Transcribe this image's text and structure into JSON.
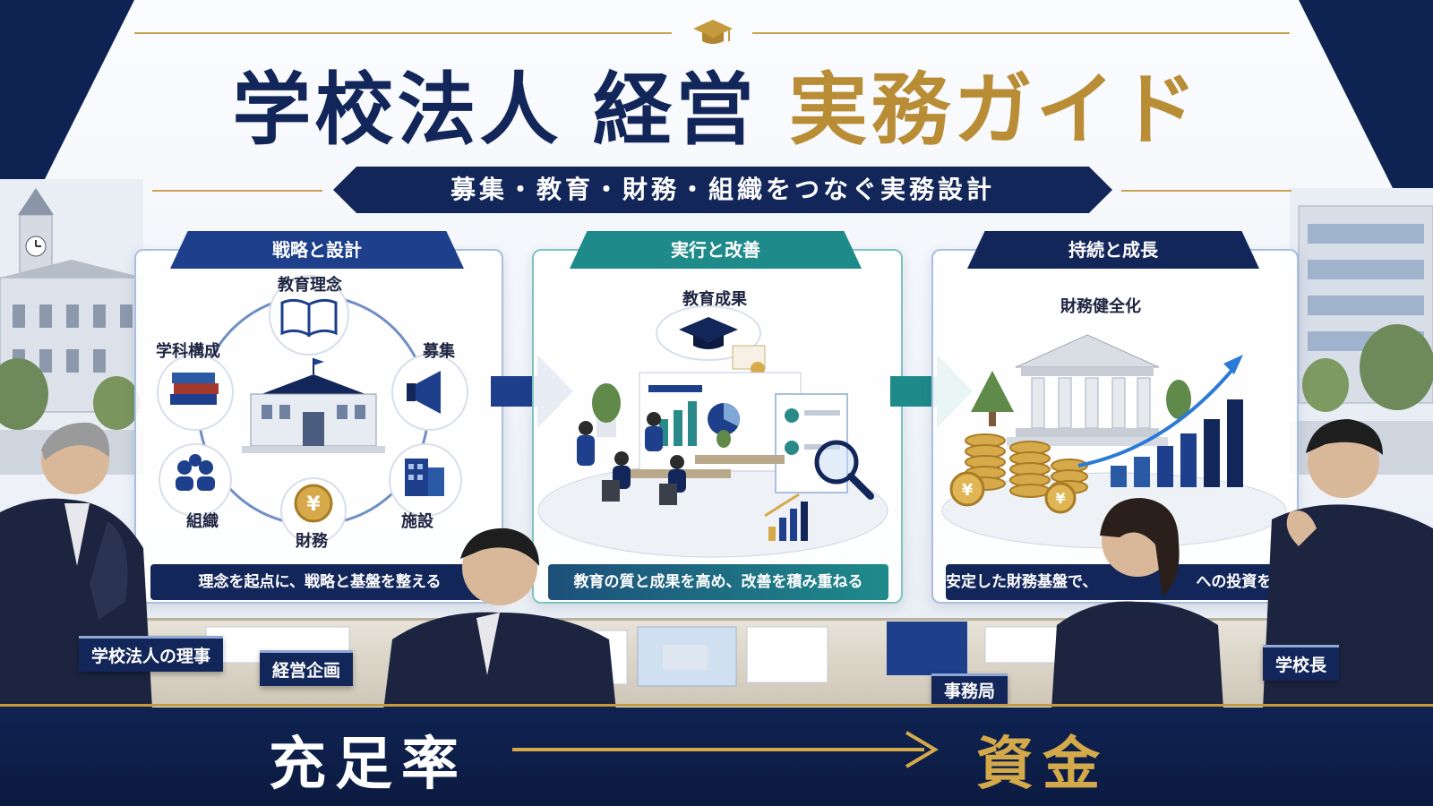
{
  "header": {
    "title_part1": "学校法人 経営",
    "title_part2": "実務ガイド",
    "subtitle": "募集・教育・財務・組織をつなぐ実務設計"
  },
  "panels": [
    {
      "tab": "戦略と設計",
      "labels": {
        "top": "教育理念",
        "left_top": "学科構成",
        "right_top": "募集",
        "left_bottom": "組織",
        "bottom": "財務",
        "right_bottom": "施設"
      },
      "caption": "理念を起点に、戦略と基盤を整える"
    },
    {
      "tab": "実行と改善",
      "labels": {
        "top": "教育成果"
      },
      "caption": "教育の質と成果を高め、改善を積み重ねる"
    },
    {
      "tab": "持続と成長",
      "labels": {
        "top": "財務健全化"
      },
      "caption": "安定した財務基盤で、"
    }
  ],
  "caption3_tail": "への投資を実現する",
  "nameplates": {
    "director": "学校法人の理事",
    "planning": "経営企画",
    "office": "事務局",
    "principal": "学校長"
  },
  "footer": {
    "left": "充足率",
    "right": "資金"
  },
  "colors": {
    "navy": "#13265a",
    "gold": "#b98d36",
    "teal": "#1f8a8a",
    "blue": "#1d3f8c"
  }
}
